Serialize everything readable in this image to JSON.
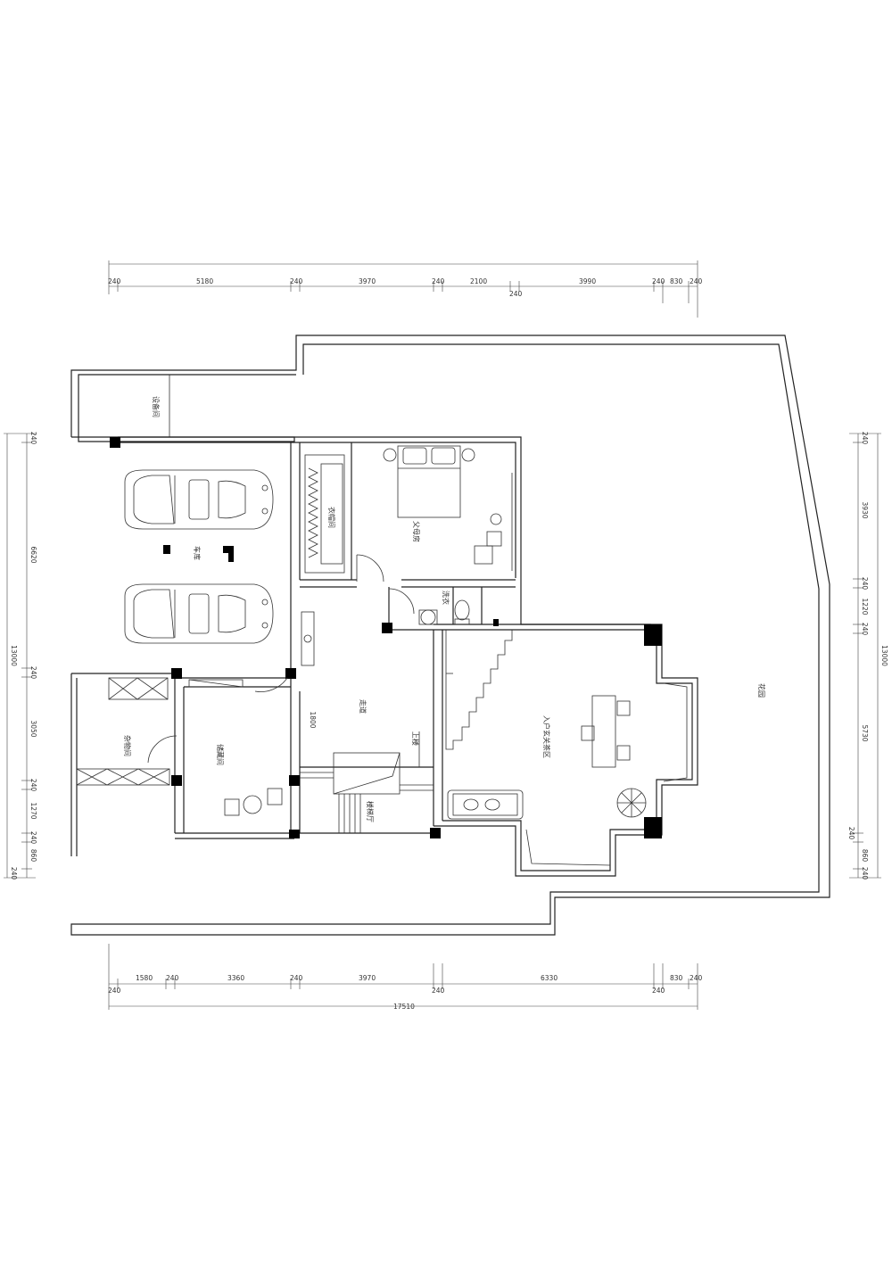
{
  "rooms": {
    "equipment": "设备间",
    "garage": "车库",
    "closet": "衣帽间",
    "parents_room": "父母房",
    "washroom": "洗衣",
    "hallway": "走道",
    "storage": "杂物间",
    "guest": "储藏间",
    "stair_hall": "楼梯厅",
    "stairs_up": "上楼",
    "tea_area": "入户玄关茶区",
    "garden": "花园"
  },
  "dims": {
    "top": [
      "240",
      "5180",
      "240",
      "3970",
      "240",
      "2100",
      "3990",
      "240",
      "830",
      "240"
    ],
    "top_extra": "240",
    "bottom": [
      "240",
      "1580",
      "240",
      "3360",
      "240",
      "3970",
      "240",
      "6330",
      "240",
      "830",
      "240"
    ],
    "bottom_total": "17510",
    "left": [
      "240",
      "6620",
      "240",
      "3050",
      "240",
      "1270",
      "240",
      "860",
      "240"
    ],
    "left_total": "13000",
    "right": [
      "240",
      "3930",
      "240",
      "1220",
      "240",
      "5730",
      "240",
      "860",
      "240"
    ],
    "right_total": "13000",
    "inner": "1800"
  }
}
